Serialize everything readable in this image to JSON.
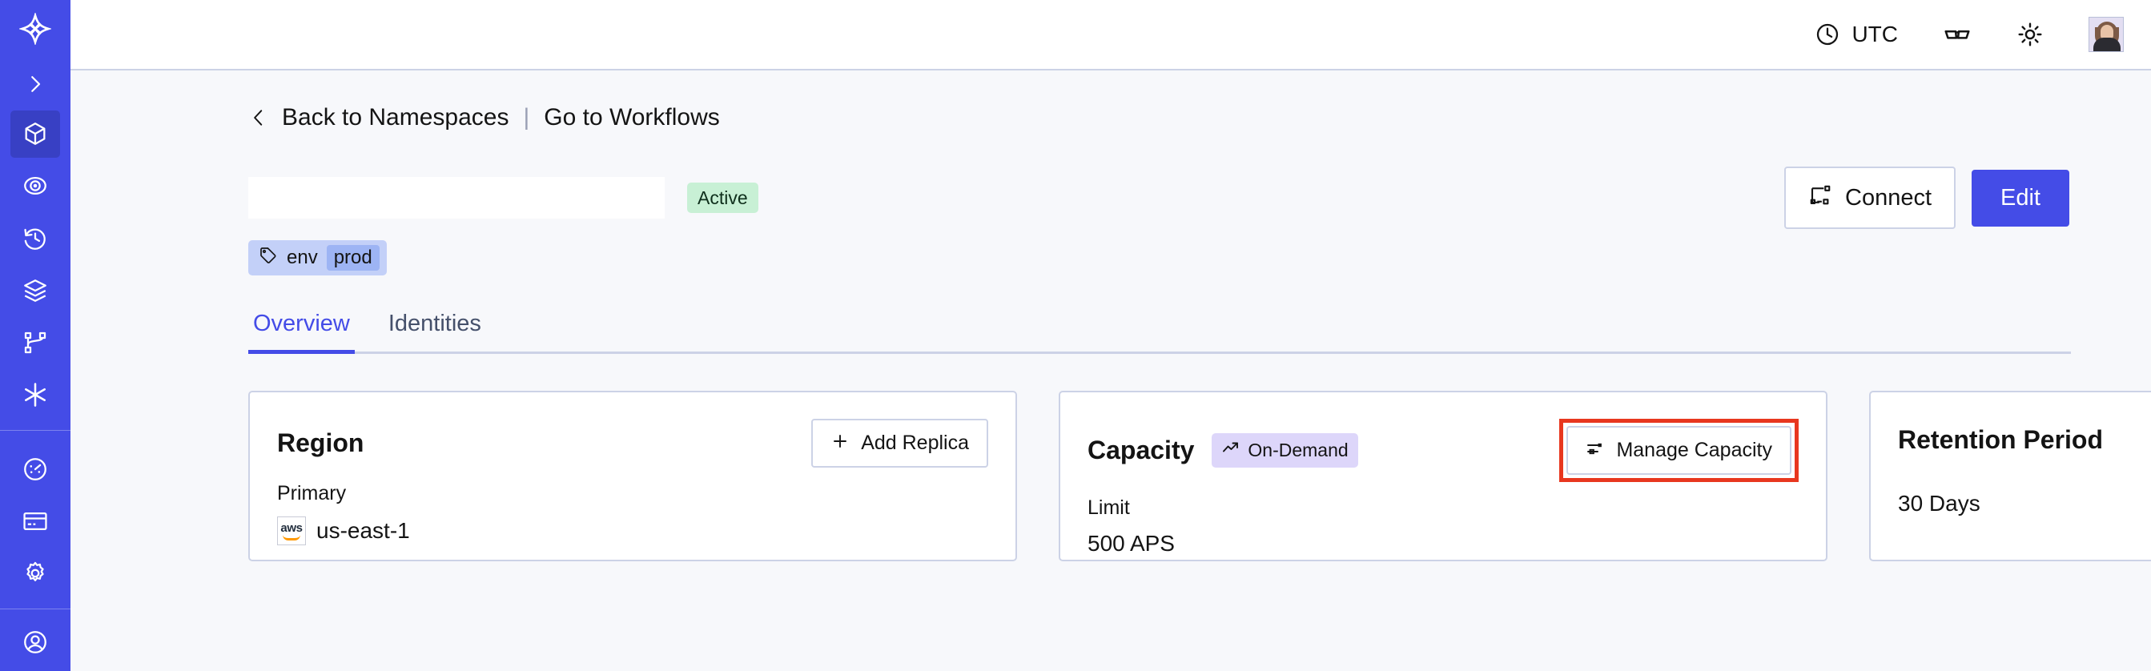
{
  "sidebar": {
    "brand_icon": "temporal-logo-icon",
    "expand_icon": "chevron-right-icon",
    "items": [
      {
        "name": "namespaces",
        "icon": "cube-icon",
        "active": true
      },
      {
        "name": "workflows",
        "icon": "eye-spiral-icon",
        "active": false
      },
      {
        "name": "schedules",
        "icon": "clock-rewind-icon",
        "active": false
      },
      {
        "name": "batch-operations",
        "icon": "layers-icon",
        "active": false
      },
      {
        "name": "workers",
        "icon": "git-branch-icon",
        "active": false
      },
      {
        "name": "nexus",
        "icon": "asterisk-icon",
        "active": false
      }
    ],
    "bottom_items": [
      {
        "name": "usage",
        "icon": "gauge-icon"
      },
      {
        "name": "billing",
        "icon": "credit-card-icon"
      },
      {
        "name": "settings",
        "icon": "gear-icon"
      }
    ]
  },
  "topbar": {
    "timezone_label": "UTC",
    "clock_icon": "clock-icon",
    "glasses_icon": "glasses-icon",
    "theme_icon": "sun-icon",
    "avatar_icon": "user-avatar"
  },
  "breadcrumb": {
    "back_icon": "chevron-left-icon",
    "back_label": "Back to Namespaces",
    "divider": "|",
    "forward_label": "Go to Workflows"
  },
  "namespace": {
    "name": "",
    "status_badge": "Active",
    "tag": {
      "icon": "tag-icon",
      "key": "env",
      "value": "prod"
    }
  },
  "actions": {
    "connect_label": "Connect",
    "connect_icon": "connect-flow-icon",
    "edit_label": "Edit"
  },
  "tabs": [
    {
      "label": "Overview",
      "active": true
    },
    {
      "label": "Identities",
      "active": false
    }
  ],
  "cards": {
    "region": {
      "title": "Region",
      "action_label": "Add Replica",
      "action_icon": "plus-icon",
      "label": "Primary",
      "provider_icon": "aws-logo",
      "provider_text": "aws",
      "value": "us-east-1"
    },
    "capacity": {
      "title": "Capacity",
      "badge_label": "On-Demand",
      "badge_icon": "trending-up-icon",
      "action_label": "Manage Capacity",
      "action_icon": "sliders-icon",
      "action_highlighted": true,
      "label": "Limit",
      "value": "500 APS"
    },
    "retention": {
      "title": "Retention Period",
      "value": "30 Days"
    }
  },
  "colors": {
    "brand": "#444ce7",
    "page_bg": "#f7f8fb",
    "border": "#ccd2e6",
    "status_active_bg": "#c8f0d5",
    "badge_ondemand_bg": "#ddd6fa",
    "tag_bg": "#c3d0f8",
    "tag_value_bg": "#9db4f4",
    "highlight": "#e8371f"
  }
}
